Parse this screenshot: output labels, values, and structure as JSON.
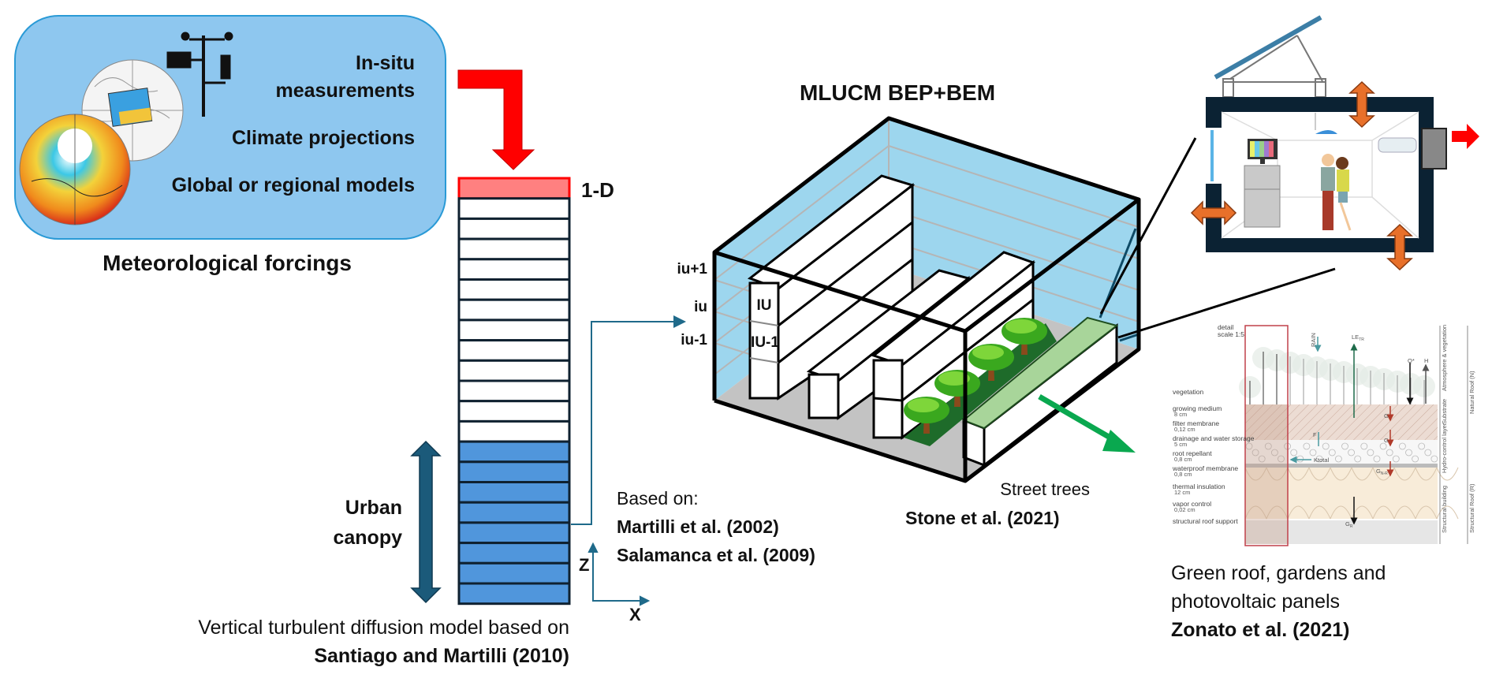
{
  "forcings": {
    "items": [
      "In-situ",
      "measurements",
      "Climate projections",
      "Global or regional models"
    ],
    "caption": "Meteorological forcings",
    "colors": {
      "box": "#8cc4ee",
      "border": "#2a9ad6",
      "arrow": "#ff0000"
    }
  },
  "column": {
    "label": "1-D",
    "top_cells": 1,
    "white_cells": 12,
    "canopy_cells": 8,
    "canopy_label": [
      "Urban",
      "canopy"
    ],
    "caption_line1": "Vertical turbulent diffusion model based on",
    "caption_line2": "Santiago and Martilli (2010)",
    "colors": {
      "top": "#ff8080",
      "canopy": "#5096dc",
      "arrow": "#1b5a7a"
    }
  },
  "axes": {
    "z": "Z",
    "x": "X"
  },
  "references": {
    "based_on": "Based on:",
    "ref1": "Martilli et al. (2002)",
    "ref2": "Salamanca et al. (2009)"
  },
  "mlucm": {
    "title": "MLUCM BEP+BEM",
    "levels": [
      "iu+1",
      "iu",
      "iu-1"
    ],
    "building_labels": [
      "IU",
      "IU-1"
    ],
    "street_trees": "Street trees",
    "street_ref": "Stone et al. (2021)",
    "colors": {
      "wall": "#9dd6ee",
      "floor": "#c3c3c3",
      "street": "#1e6b2a",
      "roof": "#a8d59a",
      "green_arrow": "#0aa84f"
    }
  },
  "green_roof": {
    "detail": [
      "detail",
      "scale 1:5"
    ],
    "layers": [
      {
        "name": "vegetation",
        "thickness": ""
      },
      {
        "name": "growing medium",
        "thickness": "8 cm"
      },
      {
        "name": "filter membrane",
        "thickness": "0,12 cm"
      },
      {
        "name": "drainage and water storage",
        "thickness": "5 cm"
      },
      {
        "name": "root repellant",
        "thickness": "0,8 cm"
      },
      {
        "name": "waterproof membrane",
        "thickness": "0,8 cm"
      },
      {
        "name": "thermal insulation",
        "thickness": "12 cm"
      },
      {
        "name": "vapor control",
        "thickness": "0,02 cm"
      },
      {
        "name": "structural roof support",
        "thickness": ""
      }
    ],
    "fluxes": {
      "rain": "RAIN",
      "le": "LE",
      "le_sub": "TR",
      "q": "Q*",
      "h": "H",
      "g1": "G",
      "g2": "G",
      "gnr": "G",
      "gnr_sub": "N-R",
      "f": "F",
      "ktotal": "Ktotal",
      "gr": "G",
      "gr_sub": "R"
    },
    "side_labels": [
      "Atmosphere & vegetation",
      "Substrate",
      "Hydro-control layer",
      "Structural building",
      "Natural Roof (N)",
      "Structural Roof (R)"
    ],
    "caption_line1": "Green roof, gardens and",
    "caption_line2": "photovoltaic panels",
    "caption_ref": "Zonato et al. (2021)"
  },
  "building_energy": {
    "colors": {
      "frame": "#0b2233",
      "exchange_arrow": "#e8702a",
      "outflow_arrow": "#ff0000"
    }
  }
}
